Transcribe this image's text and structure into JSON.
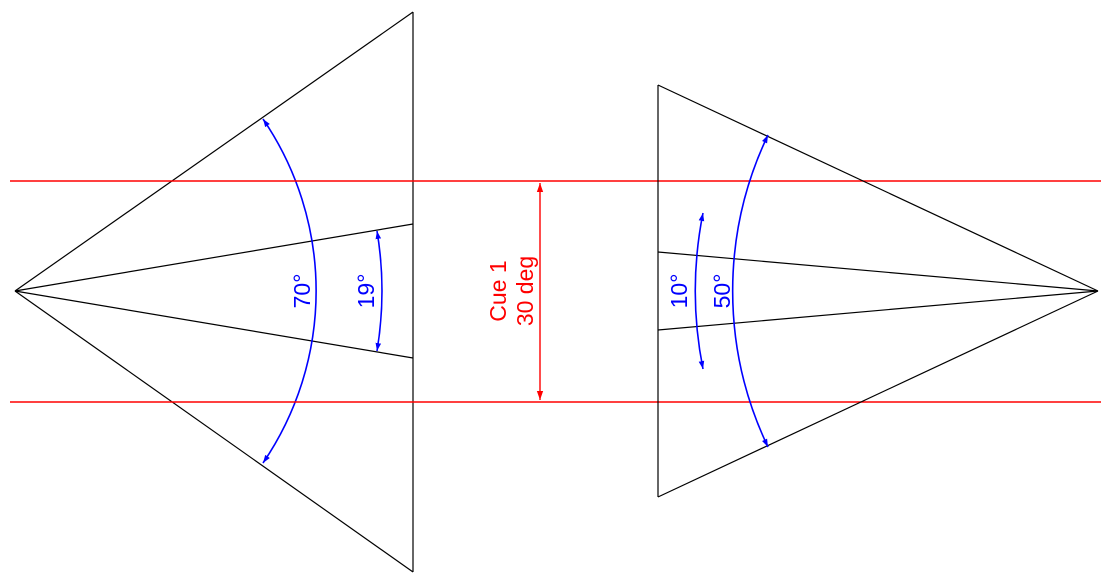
{
  "colors": {
    "outline": "#000000",
    "cue": "#ff0000",
    "angle": "#0000ff"
  },
  "left_cone": {
    "outer_angle": "70°",
    "inner_angle": "19°"
  },
  "cue": {
    "name": "Cue 1",
    "width": "30 deg"
  },
  "right_cone": {
    "outer_angle": "50°",
    "inner_angle": "10°"
  }
}
